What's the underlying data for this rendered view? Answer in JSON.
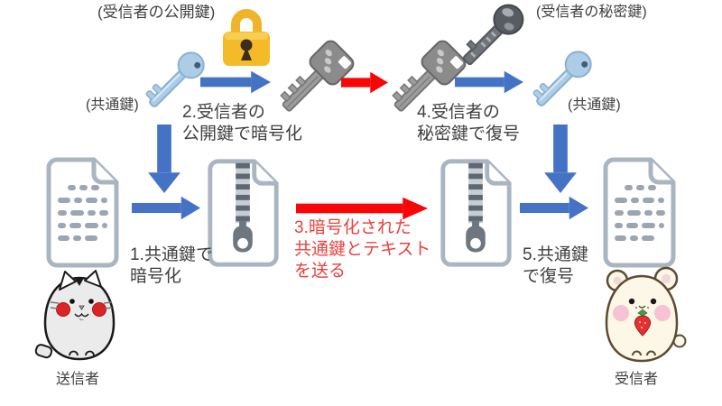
{
  "diagram_title_note": "",
  "labels": {
    "receiver_public_key": "(受信者の公開鍵)",
    "receiver_private_key": "(受信者の秘密鍵)",
    "common_key_left": "(共通鍵)",
    "common_key_right": "(共通鍵)",
    "sender": "送信者",
    "receiver": "受信者"
  },
  "steps": {
    "step1": "1.共通鍵で\n暗号化",
    "step2": "2.受信者の\n公開鍵で暗号化",
    "step3": "3.暗号化された\n共通鍵とテキスト\nを送る",
    "step4": "4.受信者の\n秘密鍵で復号",
    "step5": "5.共通鍵\nで復号"
  },
  "icons": {
    "padlock": "padlock-icon (受信者の公開鍵)",
    "common_key_sender": "blue-key-icon (共通鍵)",
    "encrypted_common_key_sender": "gray-car-key-icon",
    "encrypted_common_key_receiver": "gray-car-key-icon",
    "receiver_private_key": "dark-round-key-icon",
    "common_key_receiver": "blue-key-icon (共通鍵)",
    "plain_document_sender": "document-icon",
    "encrypted_document_sender": "zipped-document-icon",
    "encrypted_document_receiver": "zipped-document-icon",
    "plain_document_receiver": "document-icon",
    "sender_character": "cat-character",
    "receiver_character": "hamster-character"
  },
  "colors": {
    "arrow_blue": "#4472c4",
    "arrow_red": "#f60606",
    "step_text_dark": "#3f3f3f",
    "step3_text_red": "#e8413e",
    "padlock_yellow": "#f4bb28",
    "key_blue": "#adcde7",
    "key_gray": "#8e8e8e",
    "key_dark_gray": "#575c63",
    "document_outline": "#aab5c2",
    "zipper_dark": "#5f6872"
  }
}
